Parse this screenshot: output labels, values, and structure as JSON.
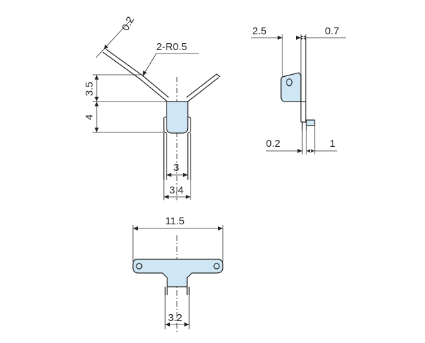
{
  "colors": {
    "part_fill": "#cfe7f5",
    "line": "#222222",
    "background": "#ffffff"
  },
  "front_view": {
    "dim_thickness": "0.2",
    "dim_radius": "2-R0.5",
    "dim_height_upper": "3.5",
    "dim_height_lower": "4",
    "dim_inner_width": "3",
    "dim_outer_width": "3.4"
  },
  "side_view": {
    "dim_top_left": "2.5",
    "dim_top_right": "0.7",
    "dim_bottom_left": "0.2",
    "dim_bottom_right": "1"
  },
  "top_view": {
    "dim_overall_width": "11.5",
    "dim_leg_width": "3.2"
  }
}
